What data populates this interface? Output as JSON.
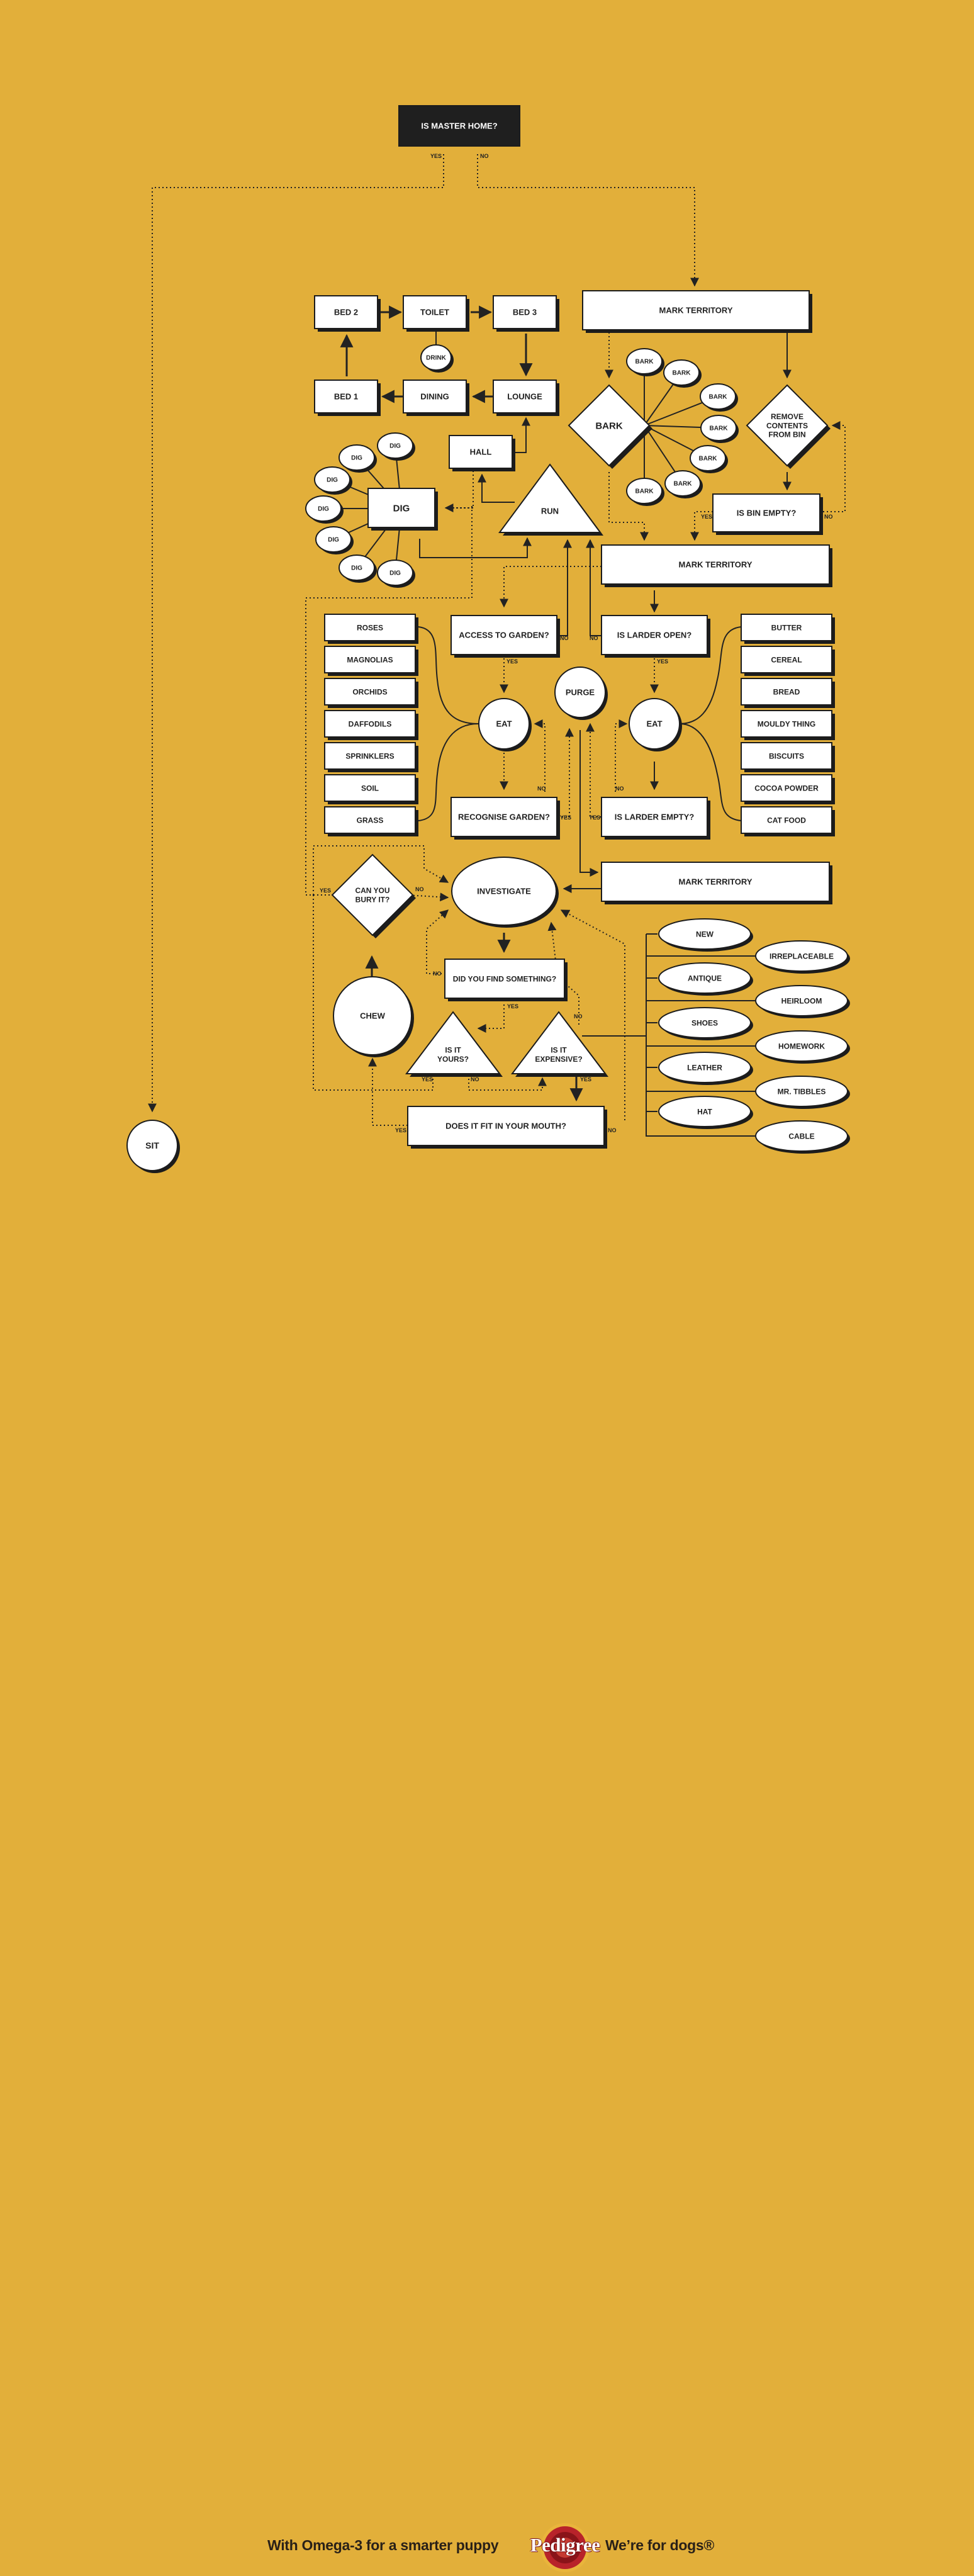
{
  "flowchart": {
    "start": "IS MASTER HOME?",
    "yes": "YES",
    "no": "NO",
    "sit": "SIT",
    "rooms": [
      "BED 2",
      "TOILET",
      "BED 3",
      "BED 1",
      "DINING",
      "LOUNGE",
      "HALL"
    ],
    "drink": "DRINK",
    "mark_territory": "MARK TERRITORY",
    "bark": "BARK",
    "remove_contents": "REMOVE CONTENTS FROM BIN",
    "is_bin_empty": "IS BIN EMPTY?",
    "dig": "DIG",
    "run": "RUN",
    "access_garden": "ACCESS TO GARDEN?",
    "larder_open": "IS LARDER OPEN?",
    "eat": "EAT",
    "purge": "PURGE",
    "recognise_garden": "RECOGNISE GARDEN?",
    "larder_empty": "IS LARDER EMPTY?",
    "garden_items": [
      "ROSES",
      "MAGNOLIAS",
      "ORCHIDS",
      "DAFFODILS",
      "SPRINKLERS",
      "SOIL",
      "GRASS"
    ],
    "larder_items": [
      "BUTTER",
      "CEREAL",
      "BREAD",
      "MOULDY THING",
      "BISCUITS",
      "COCOA POWDER",
      "CAT FOOD"
    ],
    "can_bury": "CAN YOU BURY IT?",
    "investigate": "INVESTIGATE",
    "find_something": "DID YOU FIND SOMETHING?",
    "chew": "CHEW",
    "is_yours": "IS IT YOURS?",
    "is_expensive": "IS IT EXPENSIVE?",
    "fit_mouth": "DOES IT FIT IN YOUR MOUTH?",
    "things": [
      "NEW",
      "IRREPLACEABLE",
      "ANTIQUE",
      "HEIRLOOM",
      "SHOES",
      "HOMEWORK",
      "LEATHER",
      "MR. TIBBLES",
      "HAT",
      "CABLE"
    ]
  },
  "footer": {
    "tagline_left": "With Omega-3 for a smarter puppy",
    "brand": "Pedigree",
    "tagline_right": "We’re for dogs®"
  },
  "colors": {
    "background": "#E2AF3A",
    "ink": "#222222",
    "box": "#FFFFFF",
    "brand_red": "#B8232A"
  }
}
